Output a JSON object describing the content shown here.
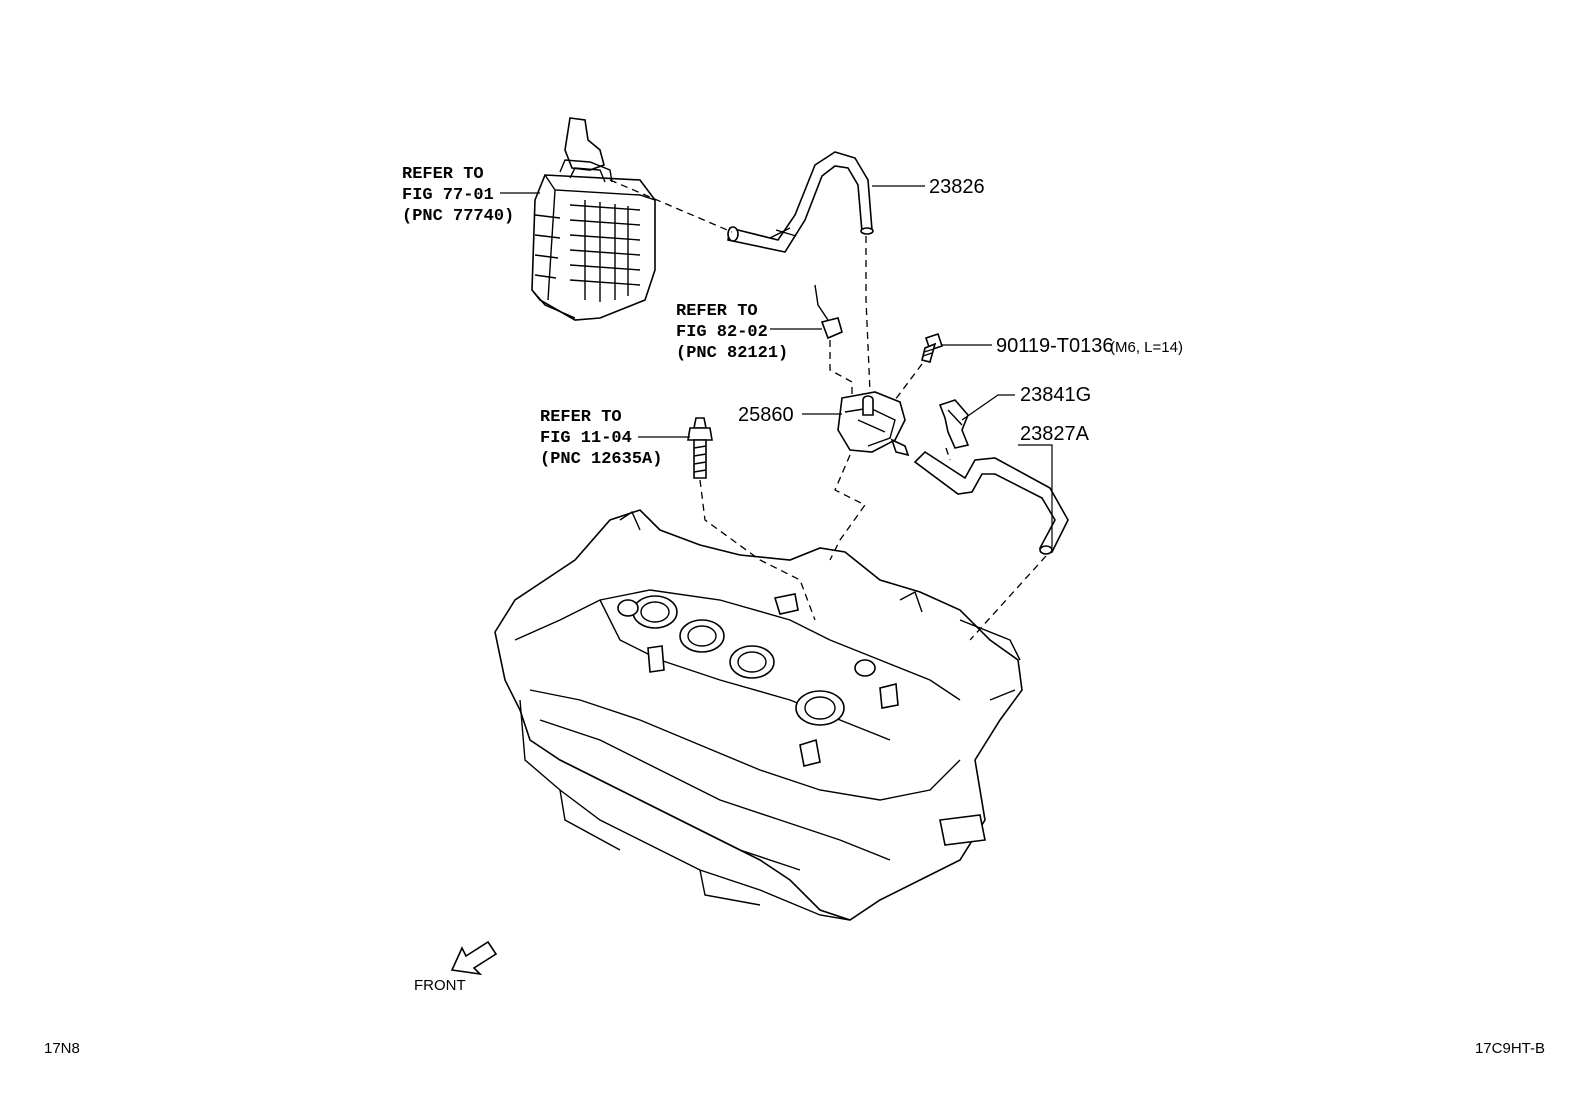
{
  "refs": {
    "canister": {
      "line1": "REFER TO",
      "line2": "FIG 77-01",
      "line3": "(PNC 77740)"
    },
    "connector": {
      "line1": "REFER TO",
      "line2": "FIG 82-02",
      "line3": "(PNC 82121)"
    },
    "sensor": {
      "line1": "REFER TO",
      "line2": "FIG 11-04",
      "line3": "(PNC 12635A)"
    }
  },
  "parts": {
    "hose_upper": "23826",
    "bolt": "90119-T0136",
    "bolt_spec": "(M6, L=14)",
    "clamp": "23841G",
    "hose_lower": "23827A",
    "valve": "25860"
  },
  "direction_label": "FRONT",
  "footer": {
    "left": "17N8",
    "right": "17C9HT-B"
  }
}
